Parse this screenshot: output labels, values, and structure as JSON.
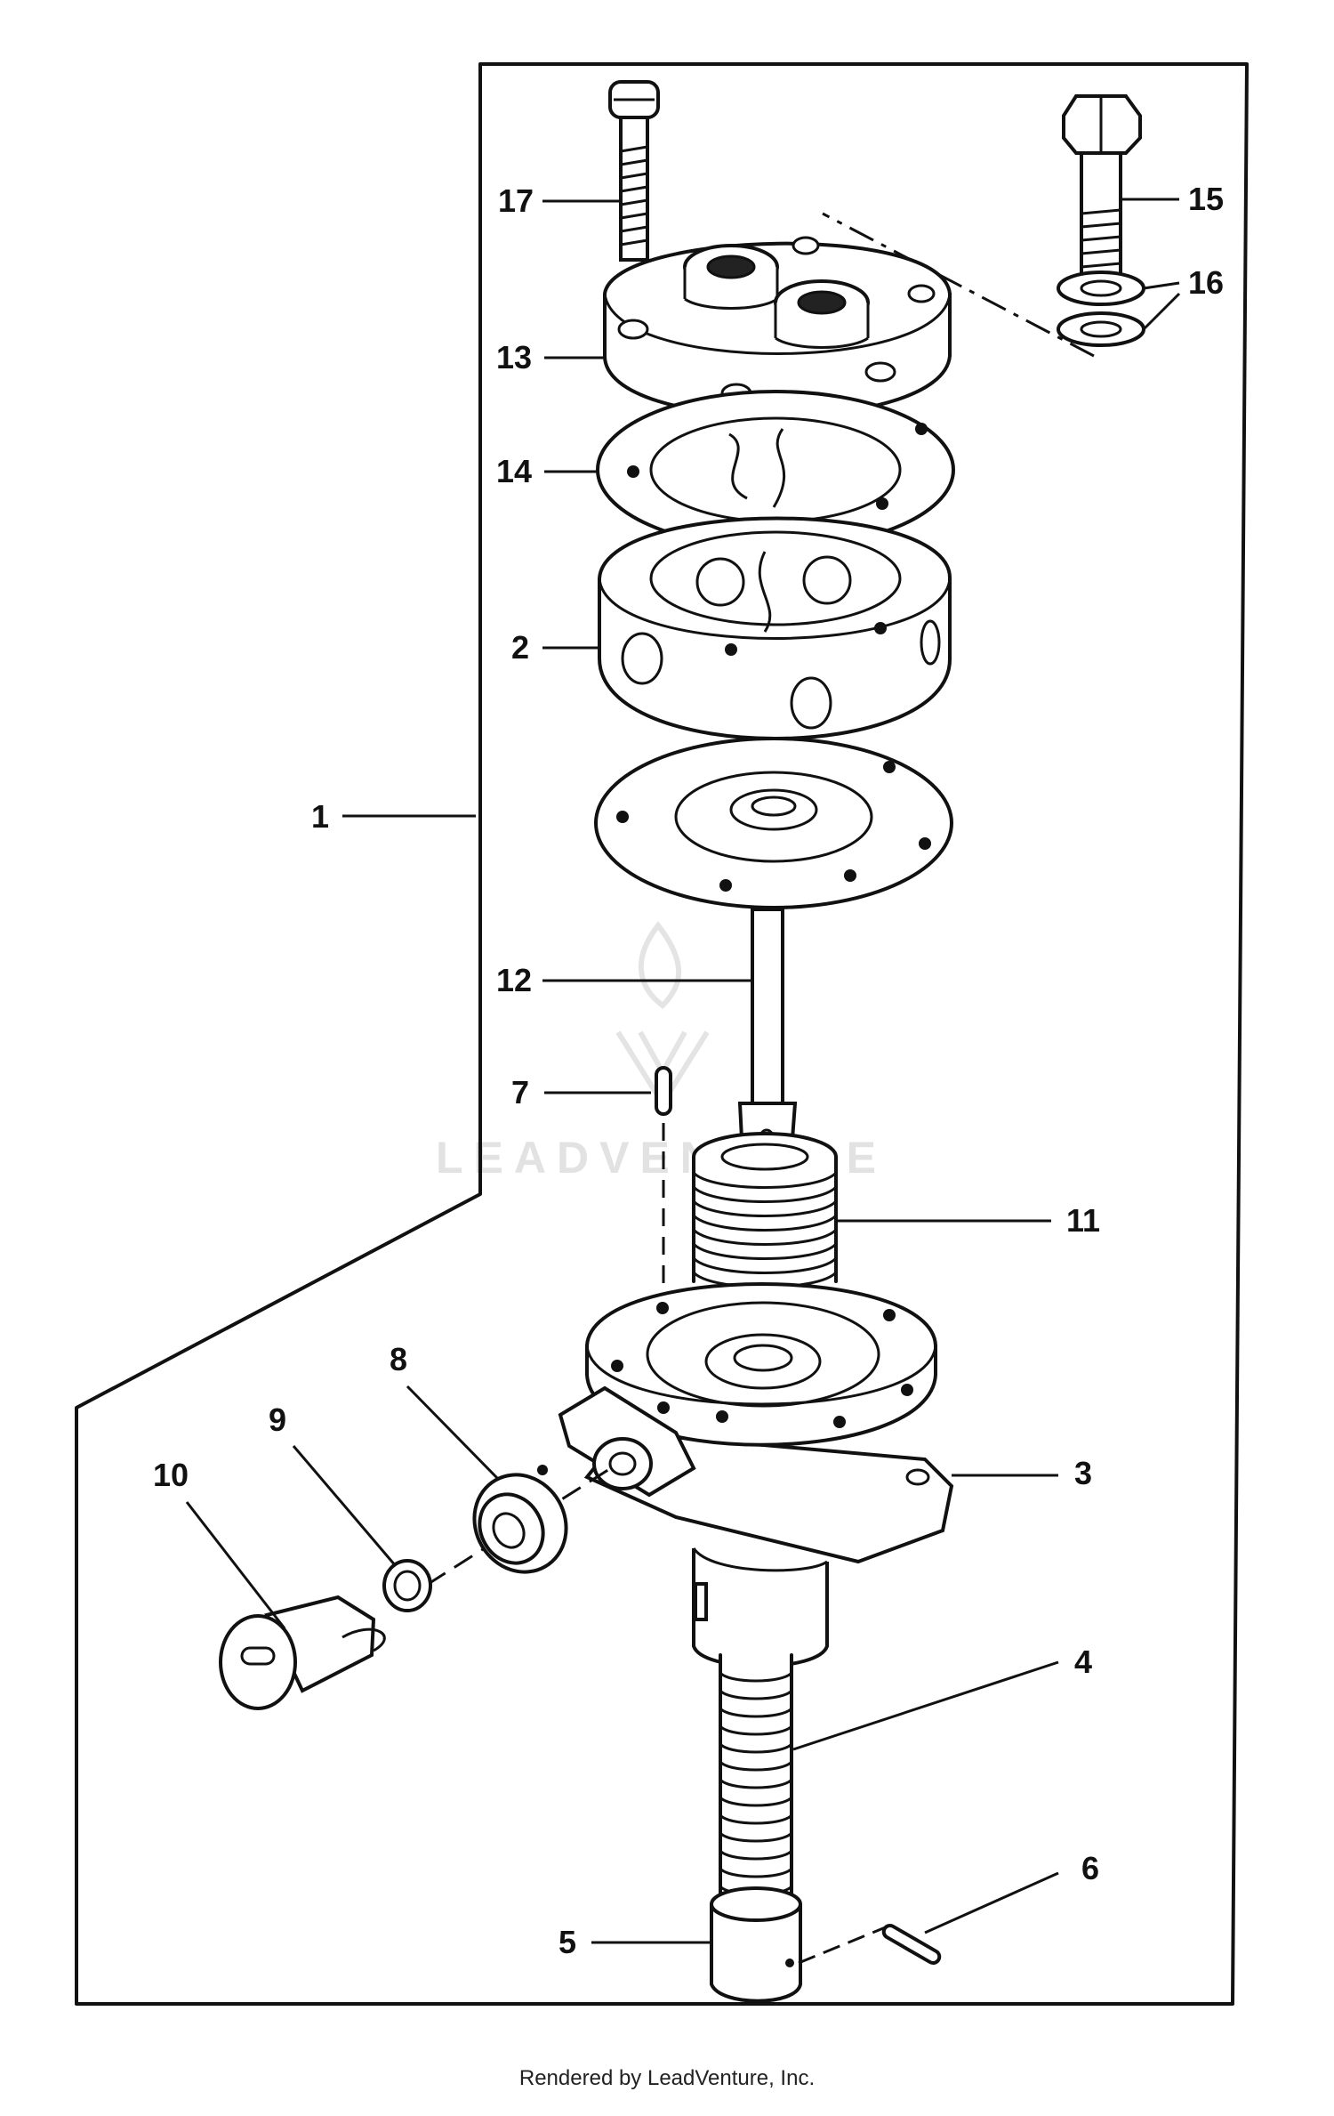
{
  "diagram": {
    "callouts": [
      "1",
      "2",
      "3",
      "4",
      "5",
      "6",
      "7",
      "8",
      "9",
      "10",
      "11",
      "12",
      "13",
      "14",
      "15",
      "16",
      "17"
    ],
    "watermark": "LEADVENTURE",
    "credit": "Rendered by LeadVenture, Inc."
  }
}
